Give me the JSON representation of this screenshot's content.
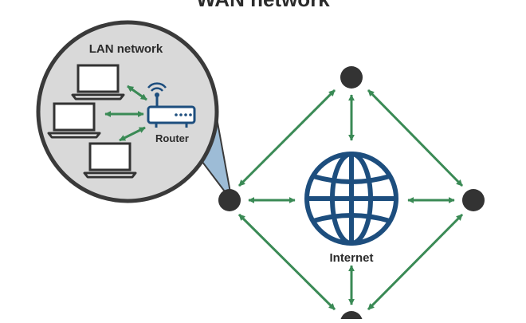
{
  "title": "WAN network",
  "lan": {
    "label": "LAN network"
  },
  "router": {
    "label": "Router"
  },
  "internet": {
    "label": "Internet"
  },
  "colors": {
    "arrow": "#3a8a55",
    "node": "#333333",
    "globe": "#1d4e7e",
    "router": "#1d4e7e",
    "bubble": "#d9d9d9",
    "bubble_stroke": "#3a3a3a",
    "zoom_cone": "#9dbcd6",
    "laptop": "#333333",
    "text": "#2b2b2b"
  }
}
